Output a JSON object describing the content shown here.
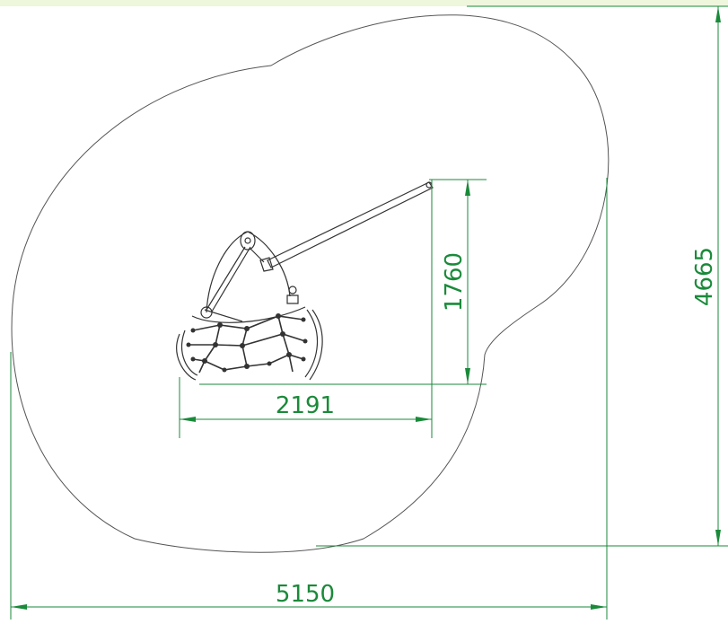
{
  "colors": {
    "dimension": "#1a8a3a",
    "outline": "#555555",
    "equipment": "#333333",
    "top_strip": "#eef6dc"
  },
  "dimensions": {
    "overall_width": "5150",
    "overall_depth": "4665",
    "equipment_width": "2191",
    "equipment_height": "1760"
  }
}
